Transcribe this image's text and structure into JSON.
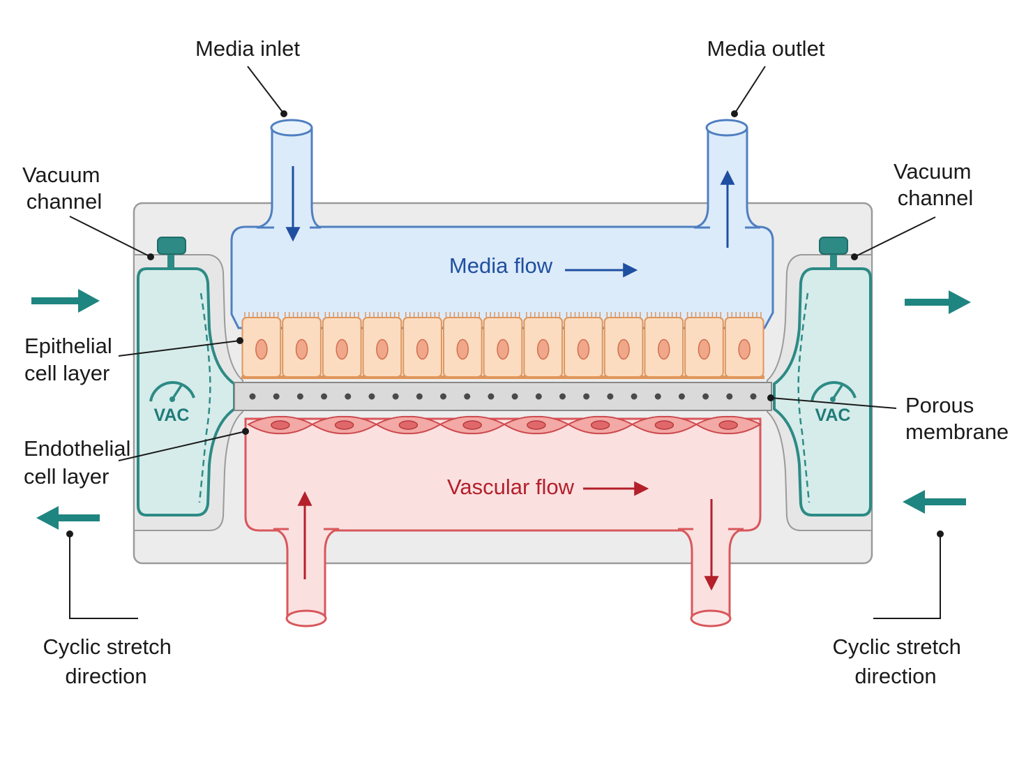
{
  "labels": {
    "media_inlet": "Media inlet",
    "media_outlet": "Media outlet",
    "vacuum_left": [
      "Vacuum",
      "channel"
    ],
    "vacuum_right": [
      "Vacuum",
      "channel"
    ],
    "epithelial": [
      "Epithelial",
      "cell layer"
    ],
    "endothelial": [
      "Endothelial",
      "cell layer"
    ],
    "porous": [
      "Porous",
      "membrane"
    ],
    "stretch_left": [
      "Cyclic stretch",
      "direction"
    ],
    "stretch_right": [
      "Cyclic stretch",
      "direction"
    ],
    "media_flow": "Media flow",
    "vascular_flow": "Vascular flow",
    "vac_left": "VAC",
    "vac_right": "VAC"
  },
  "structure": {
    "epithelial_cell_count": 13,
    "endothelial_cell_count": 8,
    "membrane_pore_count": 22
  },
  "colors": {
    "media_fill": "#dcebfa",
    "media_stroke": "#4f7fc0",
    "vascular_fill": "#fbe0e0",
    "vascular_stroke": "#d8575b",
    "epithelial_fill": "#fbdcc0",
    "epithelial_stroke": "#e0955a",
    "endothelial_fill": "#f3a9a6",
    "vacuum_fill": "#d6ecea",
    "vacuum_stroke": "#2d8a85",
    "stretch_arrow": "#1f8580",
    "chip_fill": "#ececec",
    "chip_stroke": "#9a9a9a"
  }
}
